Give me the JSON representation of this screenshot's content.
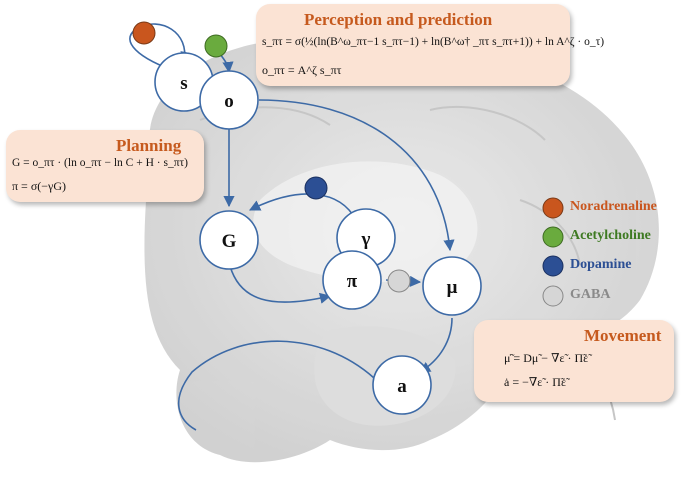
{
  "colors": {
    "noradrenaline": "#c9561e",
    "acetylcholine": "#6aab3e",
    "dopamine": "#2c4f94",
    "gaba": "#d6d6d6",
    "arrow": "#3d6aa6",
    "title_orange": "#c65a1e",
    "box_fill": "#fbe3d4"
  },
  "boxes": {
    "perception": {
      "title": "Perception and prediction",
      "eq1": "s_πτ = σ(½(ln(B^ω_πτ−1 s_πτ−1) + ln(B^ω† _πτ s_πτ+1)) + ln A^ζ · o_τ)",
      "eq2": "o_πτ = A^ζ s_πτ"
    },
    "planning": {
      "title": "Planning",
      "eq1": "G = o_πτ · (ln o_πτ − ln C + H · s_πτ)",
      "eq2": "π = σ(−γG)"
    },
    "movement": {
      "title": "Movement",
      "eq1": "μ̃̇ = Dμ̃ − ∇ε̃ · Π̃ε̃",
      "eq2": "ȧ = −∇ε̃ · Π̃ε̃"
    }
  },
  "nodes": {
    "s": "s",
    "o": "o",
    "G": "G",
    "gamma": "γ",
    "pi": "π",
    "mu": "μ",
    "a": "a"
  },
  "legend": [
    {
      "label": "Noradrenaline",
      "color": "#c9561e",
      "icon": "noradrenaline-dot-icon"
    },
    {
      "label": "Acetylcholine",
      "color": "#6aab3e",
      "icon": "acetylcholine-dot-icon"
    },
    {
      "label": "Dopamine",
      "color": "#2c4f94",
      "icon": "dopamine-dot-icon"
    },
    {
      "label": "GABA",
      "color": "#d6d6d6",
      "icon": "gaba-dot-icon"
    }
  ]
}
